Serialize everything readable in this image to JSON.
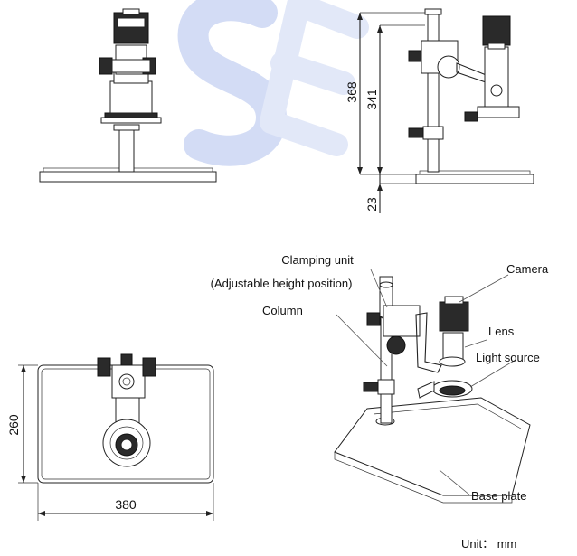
{
  "watermark": "SE",
  "dimensions": {
    "total_height": "368",
    "column_height": "341",
    "base_height": "23",
    "base_depth": "260",
    "base_width": "380"
  },
  "labels": {
    "clamping_unit": "Clamping unit",
    "clamping_unit_note": "(Adjustable height position)",
    "column": "Column",
    "camera": "Camera",
    "lens": "Lens",
    "light_source": "Light source",
    "base_plate": "Base plate"
  },
  "unit_label": "Unit： mm"
}
